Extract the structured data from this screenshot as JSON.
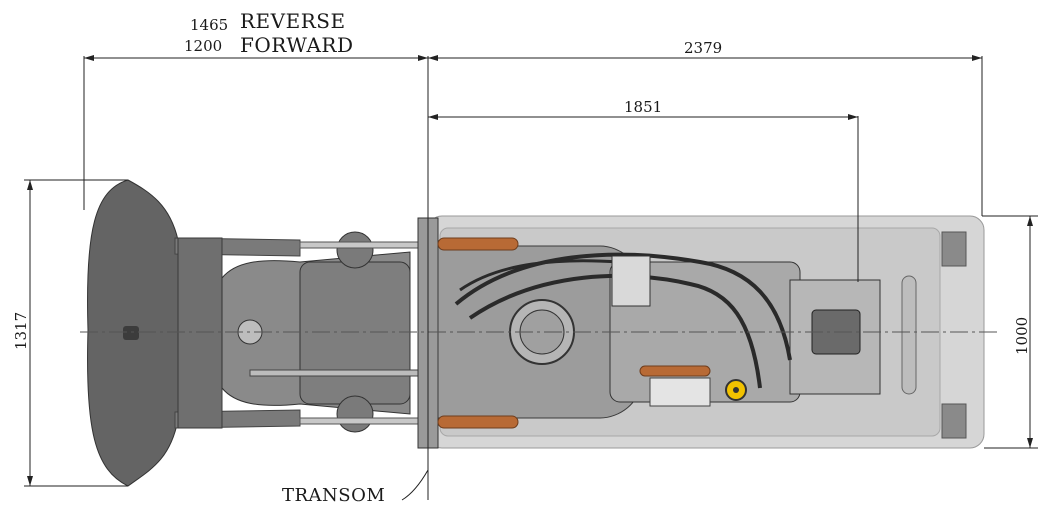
{
  "dimensions": {
    "reverse_value": "1465",
    "reverse_label": "REVERSE",
    "forward_value": "1200",
    "forward_label": "FORWARD",
    "total_length": "2379",
    "engine_length": "1851",
    "nozzle_height": "1317",
    "frame_width": "1000"
  },
  "labels": {
    "transom": "TRANSOM"
  },
  "colors": {
    "line": "#222222",
    "steel_dark": "#5f5f5f",
    "steel_mid": "#8a8a8a",
    "steel_light": "#bdbdbd",
    "frame": "#d6d6d6",
    "copper": "#b86a35",
    "highlight": "#f2c200"
  }
}
